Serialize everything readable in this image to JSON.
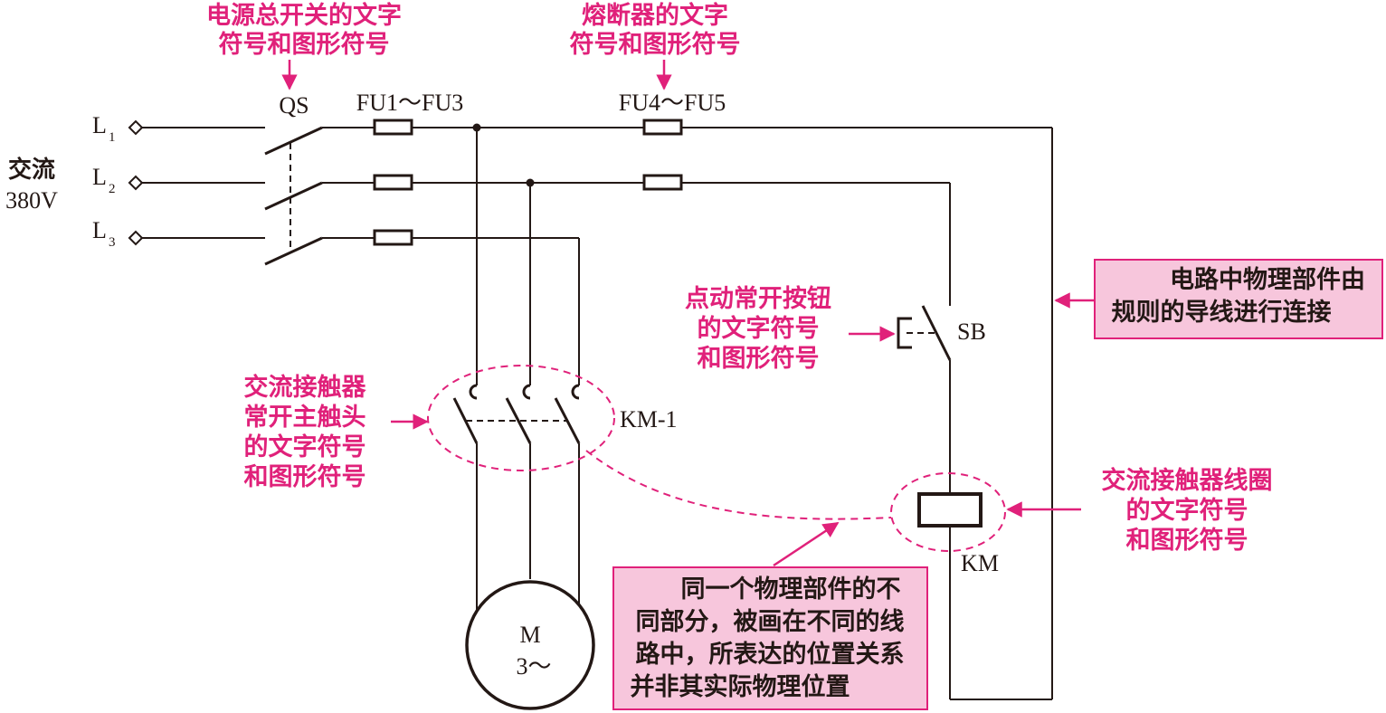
{
  "labels": {
    "L": "L",
    "L1_sub": "1",
    "L2_sub": "2",
    "L3_sub": "3",
    "supply_line1": "交流",
    "supply_line2": "380V",
    "QS": "QS",
    "FU1_FU3": "FU1～FU3",
    "FU4_FU5": "FU4～FU5",
    "SB": "SB",
    "KM1": "KM-1",
    "KM": "KM",
    "motor_line1": "M",
    "motor_line2": "3～"
  },
  "notes": {
    "qs_note": [
      "电源总开关的文字",
      "符号和图形符号"
    ],
    "fuse_note": [
      "熔断器的文字",
      "符号和图形符号"
    ],
    "sb_note": [
      "点动常开按钮",
      "的文字符号",
      "和图形符号"
    ],
    "km1_note": [
      "交流接触器",
      "常开主触头",
      "的文字符号",
      "和图形符号"
    ],
    "coil_note": [
      "交流接触器线圈",
      "的文字符号",
      "和图形符号"
    ],
    "wire_note": [
      "电路中物理部件由",
      "规则的导线进行连接"
    ],
    "same_part_note": [
      "同一个物理部件的不",
      "同部分，被画在不同的线",
      "路中，所表达的位置关系",
      "并非其实际物理位置"
    ]
  },
  "colors": {
    "ink": "#231815",
    "accent": "#e0217a",
    "note_fill": "#f7c6dc"
  }
}
